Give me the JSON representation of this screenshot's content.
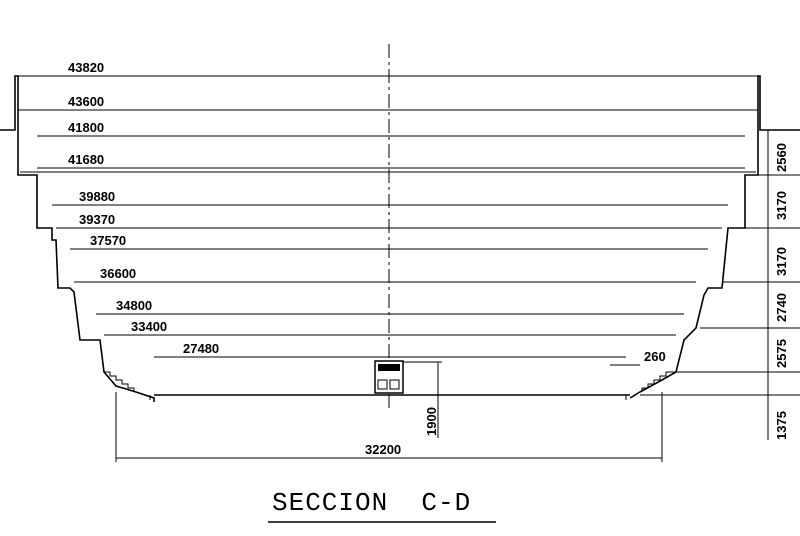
{
  "title": "SECCION  C-D",
  "widths": {
    "w43820": "43820",
    "w43600": "43600",
    "w41800": "41800",
    "w41680": "41680",
    "w39880": "39880",
    "w39370": "39370",
    "w37570": "37570",
    "w36600": "36600",
    "w34800": "34800",
    "w33400": "33400",
    "w27480": "27480",
    "w260": "260",
    "w32200": "32200"
  },
  "heights": {
    "h2560": "2560",
    "h3170a": "3170",
    "h3170b": "3170",
    "h2740": "2740",
    "h2575": "2575",
    "h1375": "1375",
    "h1900": "1900"
  }
}
